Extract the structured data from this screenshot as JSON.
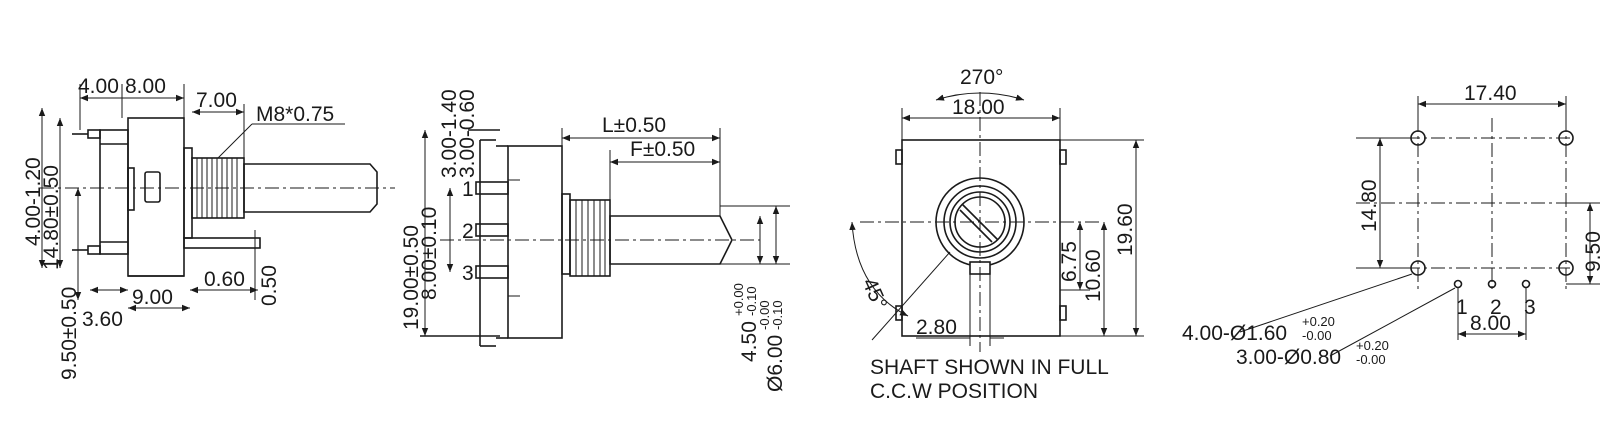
{
  "side_view": {
    "dims": {
      "d400": "4.00",
      "d800": "8.00",
      "d700": "7.00",
      "thread": "M8*0.75",
      "d400_120": "4.00-1.20",
      "d1480": "14.80±0.50",
      "d950": "9.50±0.50",
      "d360": "3.60",
      "d900": "9.00",
      "d060": "0.60",
      "d050": "0.50"
    }
  },
  "section_view": {
    "dims": {
      "L": "L±0.50",
      "F": "F±0.50",
      "d300_140": "3.00-1.40",
      "d300_060": "3.00-0.60",
      "d1900": "19.00±0.50",
      "d800": "8.00±0.10",
      "d450": "4.50",
      "d450_tol_upper": "+0.00",
      "d450_tol_lower": "-0.10",
      "d600": "Ø6.00",
      "d600_tol_upper": "-0.00",
      "d600_tol_lower": "-0.10"
    },
    "pins": [
      "1",
      "2",
      "3"
    ]
  },
  "front_view": {
    "dims": {
      "angle270": "270°",
      "d1800": "18.00",
      "d1960": "19.60",
      "d1060": "10.60",
      "d675": "6.75",
      "angle45": "45°",
      "d280": "2.80"
    },
    "note_line1": "SHAFT SHOWN IN FULL",
    "note_line2": "C.C.W POSITION"
  },
  "pcb_layout": {
    "dims": {
      "d1740": "17.40",
      "d1480": "14.80",
      "d950": "9.50",
      "d800": "8.00"
    },
    "hole_large": "4.00-Ø1.60",
    "hole_large_tol_upper": "+0.20",
    "hole_large_tol_lower": "-0.00",
    "hole_small": "3.00-Ø0.80",
    "hole_small_tol_upper": "+0.20",
    "hole_small_tol_lower": "-0.00",
    "pins": [
      "1",
      "2",
      "3"
    ]
  }
}
